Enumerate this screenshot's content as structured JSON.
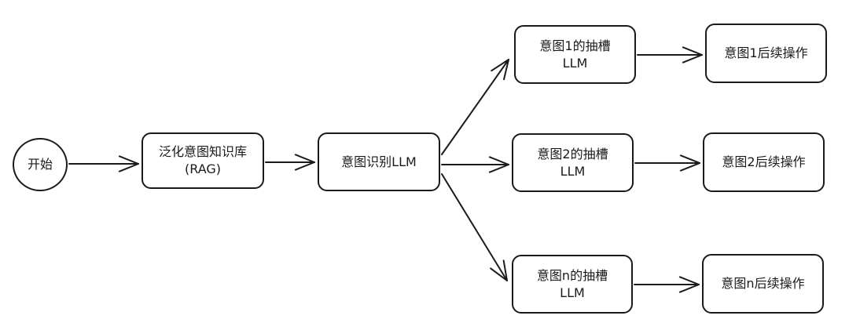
{
  "diagram": {
    "nodes": [
      {
        "id": "start",
        "lines": [
          "开始"
        ]
      },
      {
        "id": "rag",
        "lines": [
          "泛化意图知识库",
          "(RAG)"
        ]
      },
      {
        "id": "intent_llm",
        "lines": [
          "意图识别LLM"
        ]
      },
      {
        "id": "slot1",
        "lines": [
          "意图1的抽槽",
          "LLM"
        ]
      },
      {
        "id": "slot2",
        "lines": [
          "意图2的抽槽",
          "LLM"
        ]
      },
      {
        "id": "slotn",
        "lines": [
          "意图n的抽槽",
          "LLM"
        ]
      },
      {
        "id": "op1",
        "lines": [
          "意图1后续操作"
        ]
      },
      {
        "id": "op2",
        "lines": [
          "意图2后续操作"
        ]
      },
      {
        "id": "opn",
        "lines": [
          "意图n后续操作"
        ]
      }
    ],
    "edges": [
      {
        "from": "start",
        "to": "rag"
      },
      {
        "from": "rag",
        "to": "intent_llm"
      },
      {
        "from": "intent_llm",
        "to": "slot1"
      },
      {
        "from": "intent_llm",
        "to": "slot2"
      },
      {
        "from": "intent_llm",
        "to": "slotn"
      },
      {
        "from": "slot1",
        "to": "op1"
      },
      {
        "from": "slot2",
        "to": "op2"
      },
      {
        "from": "slotn",
        "to": "opn"
      }
    ]
  }
}
